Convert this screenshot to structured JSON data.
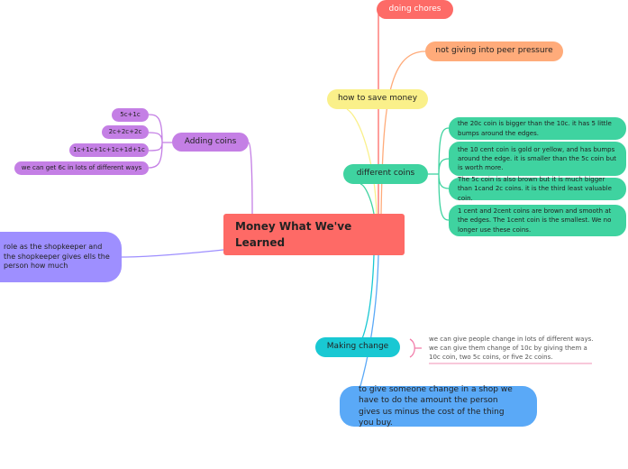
{
  "central": "Money What We've Learned",
  "nodes": {
    "doing_chores": "doing chores",
    "peer_pressure": "not giving into peer pressure",
    "save_money": "how to save money",
    "different_coins": "different coins",
    "adding_coins": "Adding coins",
    "making_change": "Making change",
    "shopkeeper": "role as the shopkeeper and the shopkeeper gives ells the person how much",
    "change_definition": "to give someone change in a shop we have to do the amount the person gives us minus the cost of the thing you buy."
  },
  "coins": [
    "the 20c coin is bigger than the 10c. it has 5 little bumps around the edges.",
    "the 10 cent coin is gold or yellow, and has bumps around the edge. it is smaller than the 5c coin but is worth more.",
    "The 5c coin is also brown but it is much bigger than 1cand 2c coins. it is the third least valuable coin.",
    "1 cent and 2cent coins are brown and smooth at the edges. The 1cent coin is the smallest. We no longer use these coins."
  ],
  "adding": [
    "5c+1c",
    "2c+2c+2c",
    "1c+1c+1c+1c+1d+1c",
    "we can get 6c in lots of different ways"
  ],
  "change_note": "we can give people change in lots of different ways. we can give them change of 10c by giving them a 10c coin, two 5c coins, or five 2c coins.",
  "colors": {
    "central": "#fe6a66",
    "chores": "#fd6b67",
    "peer": "#ffab7a",
    "save": "#faf08a",
    "coins": "#3fd3a0",
    "adding": "#c47fe5",
    "shop": "#9e8fff",
    "change": "#19c8d3",
    "definition": "#5aa9f7"
  }
}
